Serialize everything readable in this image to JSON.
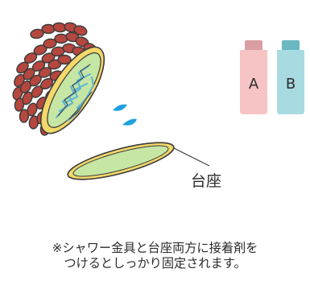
{
  "labels": {
    "base": "台座",
    "bottle_a": "A",
    "bottle_b": "B"
  },
  "caption": {
    "line1": "※シャワー金具と台座両方に接着剤を",
    "line2": "つけるとしっかり固定されます。"
  },
  "colors": {
    "bean_fill": "#b5473f",
    "outline": "#3a3a3a",
    "disc_rim": "#f3d86a",
    "disc_fill": "#c6e6a3",
    "glue_line": "#5bb4d6",
    "water_drop": "#1f9fe0",
    "bottle_a_body": "#f6c4c4",
    "bottle_a_cap": "#d89ea1",
    "bottle_b_body": "#a8dbe1",
    "bottle_b_cap": "#6ab8c0"
  }
}
